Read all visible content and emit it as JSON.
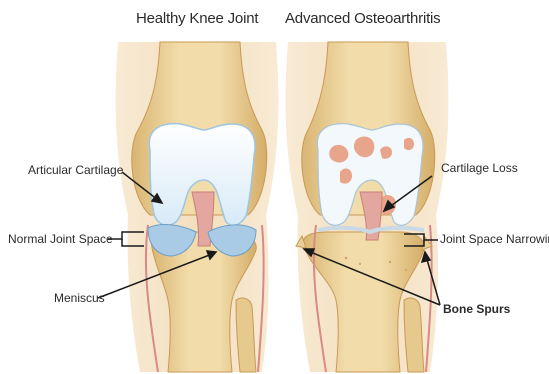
{
  "titles": {
    "left": "Healthy Knee Joint",
    "right": "Advanced Osteoarthritis"
  },
  "labels": {
    "articular_cartilage": "Articular Cartilage",
    "normal_joint_space": "Normal Joint Space",
    "meniscus": "Meniscus",
    "cartilage_loss": "Cartilage Loss",
    "joint_space_narrowing": "Joint Space Narrowing",
    "bone_spurs": "Bone Spurs"
  },
  "colors": {
    "bone": "#ecd49a",
    "bone_shadow": "#d4b070",
    "outline": "#c89a55",
    "cartilage": "#e6f2fb",
    "cartilage_edge": "#9ec6e2",
    "meniscus": "#a9cbe6",
    "ligament": "#e4a7a0",
    "lesion": "#e8a58c",
    "skin": "#f3dfc0",
    "pointer": "#1a1a1a"
  }
}
